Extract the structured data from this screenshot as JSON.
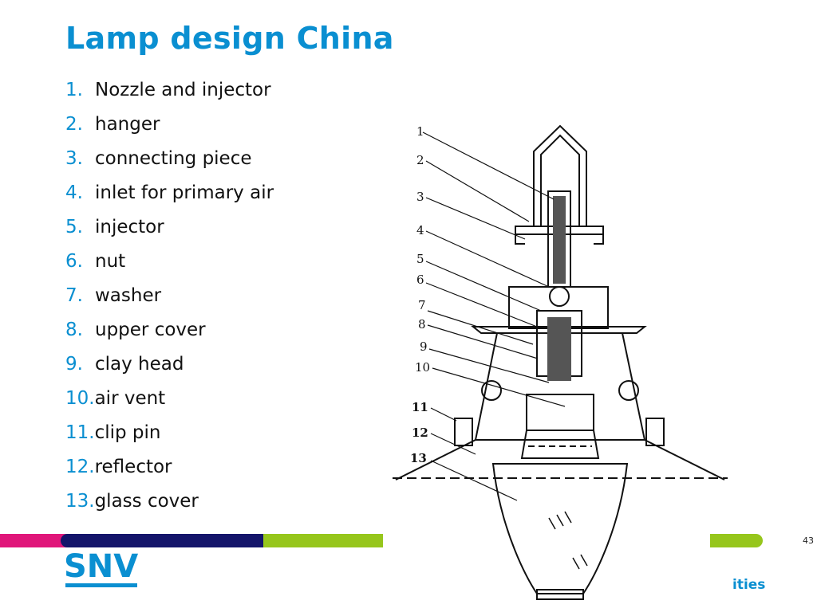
{
  "slide": {
    "title": "Lamp design China",
    "items": [
      {
        "num": "1.",
        "text": "Nozzle and injector"
      },
      {
        "num": "2.",
        "text": "hanger"
      },
      {
        "num": "3.",
        "text": "connecting piece"
      },
      {
        "num": "4.",
        "text": "inlet for primary air"
      },
      {
        "num": "5.",
        "text": "injector"
      },
      {
        "num": "6.",
        "text": "nut"
      },
      {
        "num": "7.",
        "text": "washer"
      },
      {
        "num": "8.",
        "text": "upper cover"
      },
      {
        "num": "9.",
        "text": "clay head"
      },
      {
        "num": "10.",
        "text": "air vent"
      },
      {
        "num": "11.",
        "text": "clip pin"
      },
      {
        "num": "12.",
        "text": "reflector"
      },
      {
        "num": "13.",
        "text": "glass cover"
      }
    ],
    "page_number": "43",
    "logo_text": "SNV",
    "tagline_fragment": "ities"
  },
  "diagram": {
    "callouts": [
      "1",
      "2",
      "3",
      "4",
      "5",
      "6",
      "7",
      "8",
      "9",
      "10",
      "11",
      "12",
      "13"
    ]
  },
  "colors": {
    "accent_blue": "#0a8fd1",
    "pink": "#e0167a",
    "navy": "#14156a",
    "green": "#96c61c"
  }
}
